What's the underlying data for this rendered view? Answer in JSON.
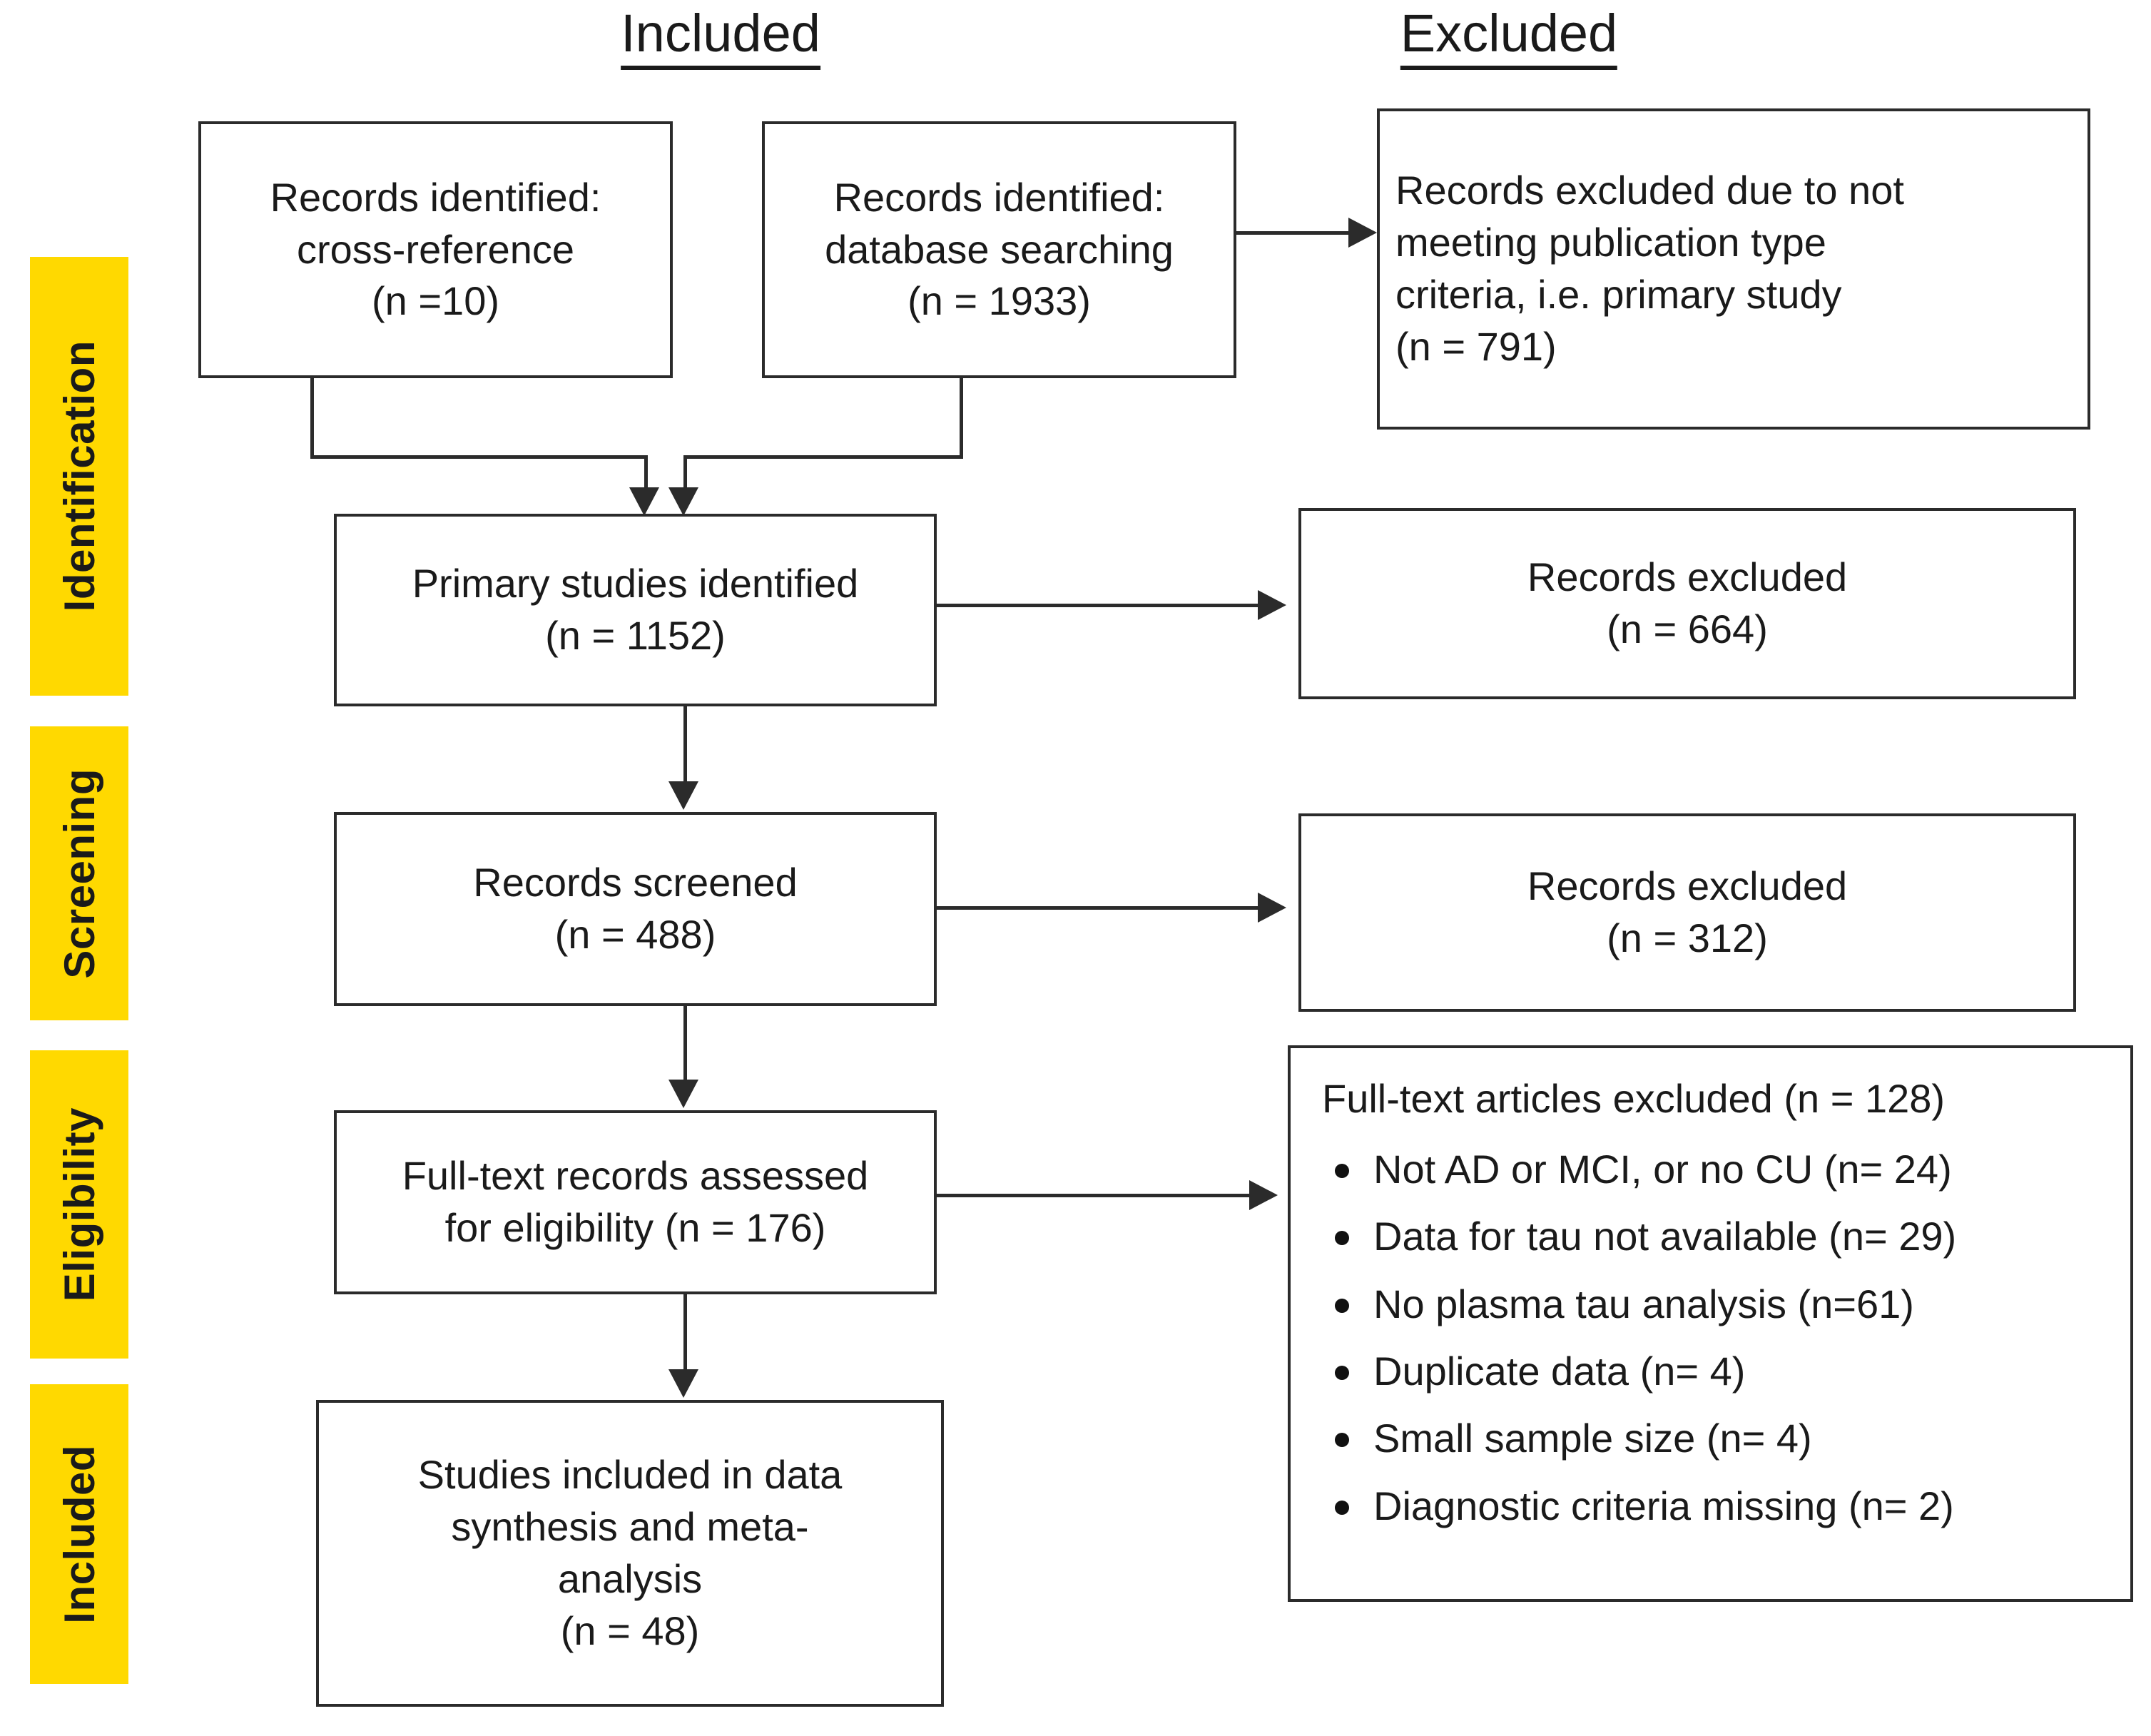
{
  "headings": {
    "included": "Included",
    "excluded": "Excluded"
  },
  "stages": [
    {
      "label": "Identification"
    },
    {
      "label": "Screening"
    },
    {
      "label": "Eligibility"
    },
    {
      "label": "Included"
    }
  ],
  "nodes": {
    "cross_reference": "Records identified:\ncross-reference\n(n =10)",
    "database_searching": "Records identified:\ndatabase searching\n(n = 1933)",
    "excluded_publication_type": "Records excluded due to not\nmeeting publication type\ncriteria, i.e. primary study\n(n = 791)",
    "primary_studies": "Primary studies identified\n(n = 1152)",
    "excluded_664": "Records excluded\n(n = 664)",
    "records_screened": "Records screened\n(n = 488)",
    "excluded_312": "Records excluded\n(n = 312)",
    "fulltext_assessed": "Full-text records assessed\nfor eligibility (n = 176)",
    "studies_included": "Studies included in data\nsynthesis and meta-\nanalysis\n(n = 48)"
  },
  "fulltext_excluded": {
    "title": "Full-text articles excluded (n = 128)",
    "reasons": [
      "Not AD or MCI, or no CU (n= 24)",
      "Data for tau not available (n= 29)",
      "No plasma tau analysis (n=61)",
      "Duplicate data (n= 4)",
      "Small sample size (n= 4)",
      "Diagnostic criteria missing (n= 2)"
    ]
  },
  "colors": {
    "stage_bar": "#FFD900",
    "line": "#2b2b2b",
    "text": "#1a1a1a",
    "background": "#ffffff"
  }
}
